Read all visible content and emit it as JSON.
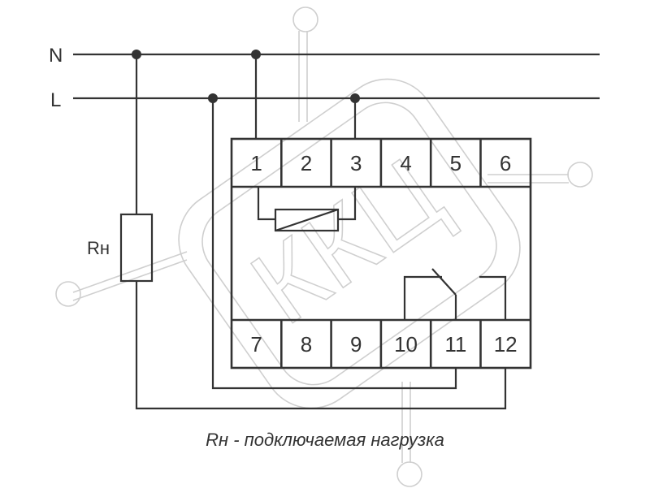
{
  "rails": {
    "neutral_label": "N",
    "live_label": "L"
  },
  "relay": {
    "top_terminals": [
      "1",
      "2",
      "3",
      "4",
      "5",
      "6"
    ],
    "bottom_terminals": [
      "7",
      "8",
      "9",
      "10",
      "11",
      "12"
    ]
  },
  "load": {
    "label": "Rн"
  },
  "caption": "Rн - подключаемая нагрузка",
  "watermark": {
    "text": "ККЦ"
  },
  "colors": {
    "line": "#333333",
    "watermark": "#cfcfcf"
  }
}
